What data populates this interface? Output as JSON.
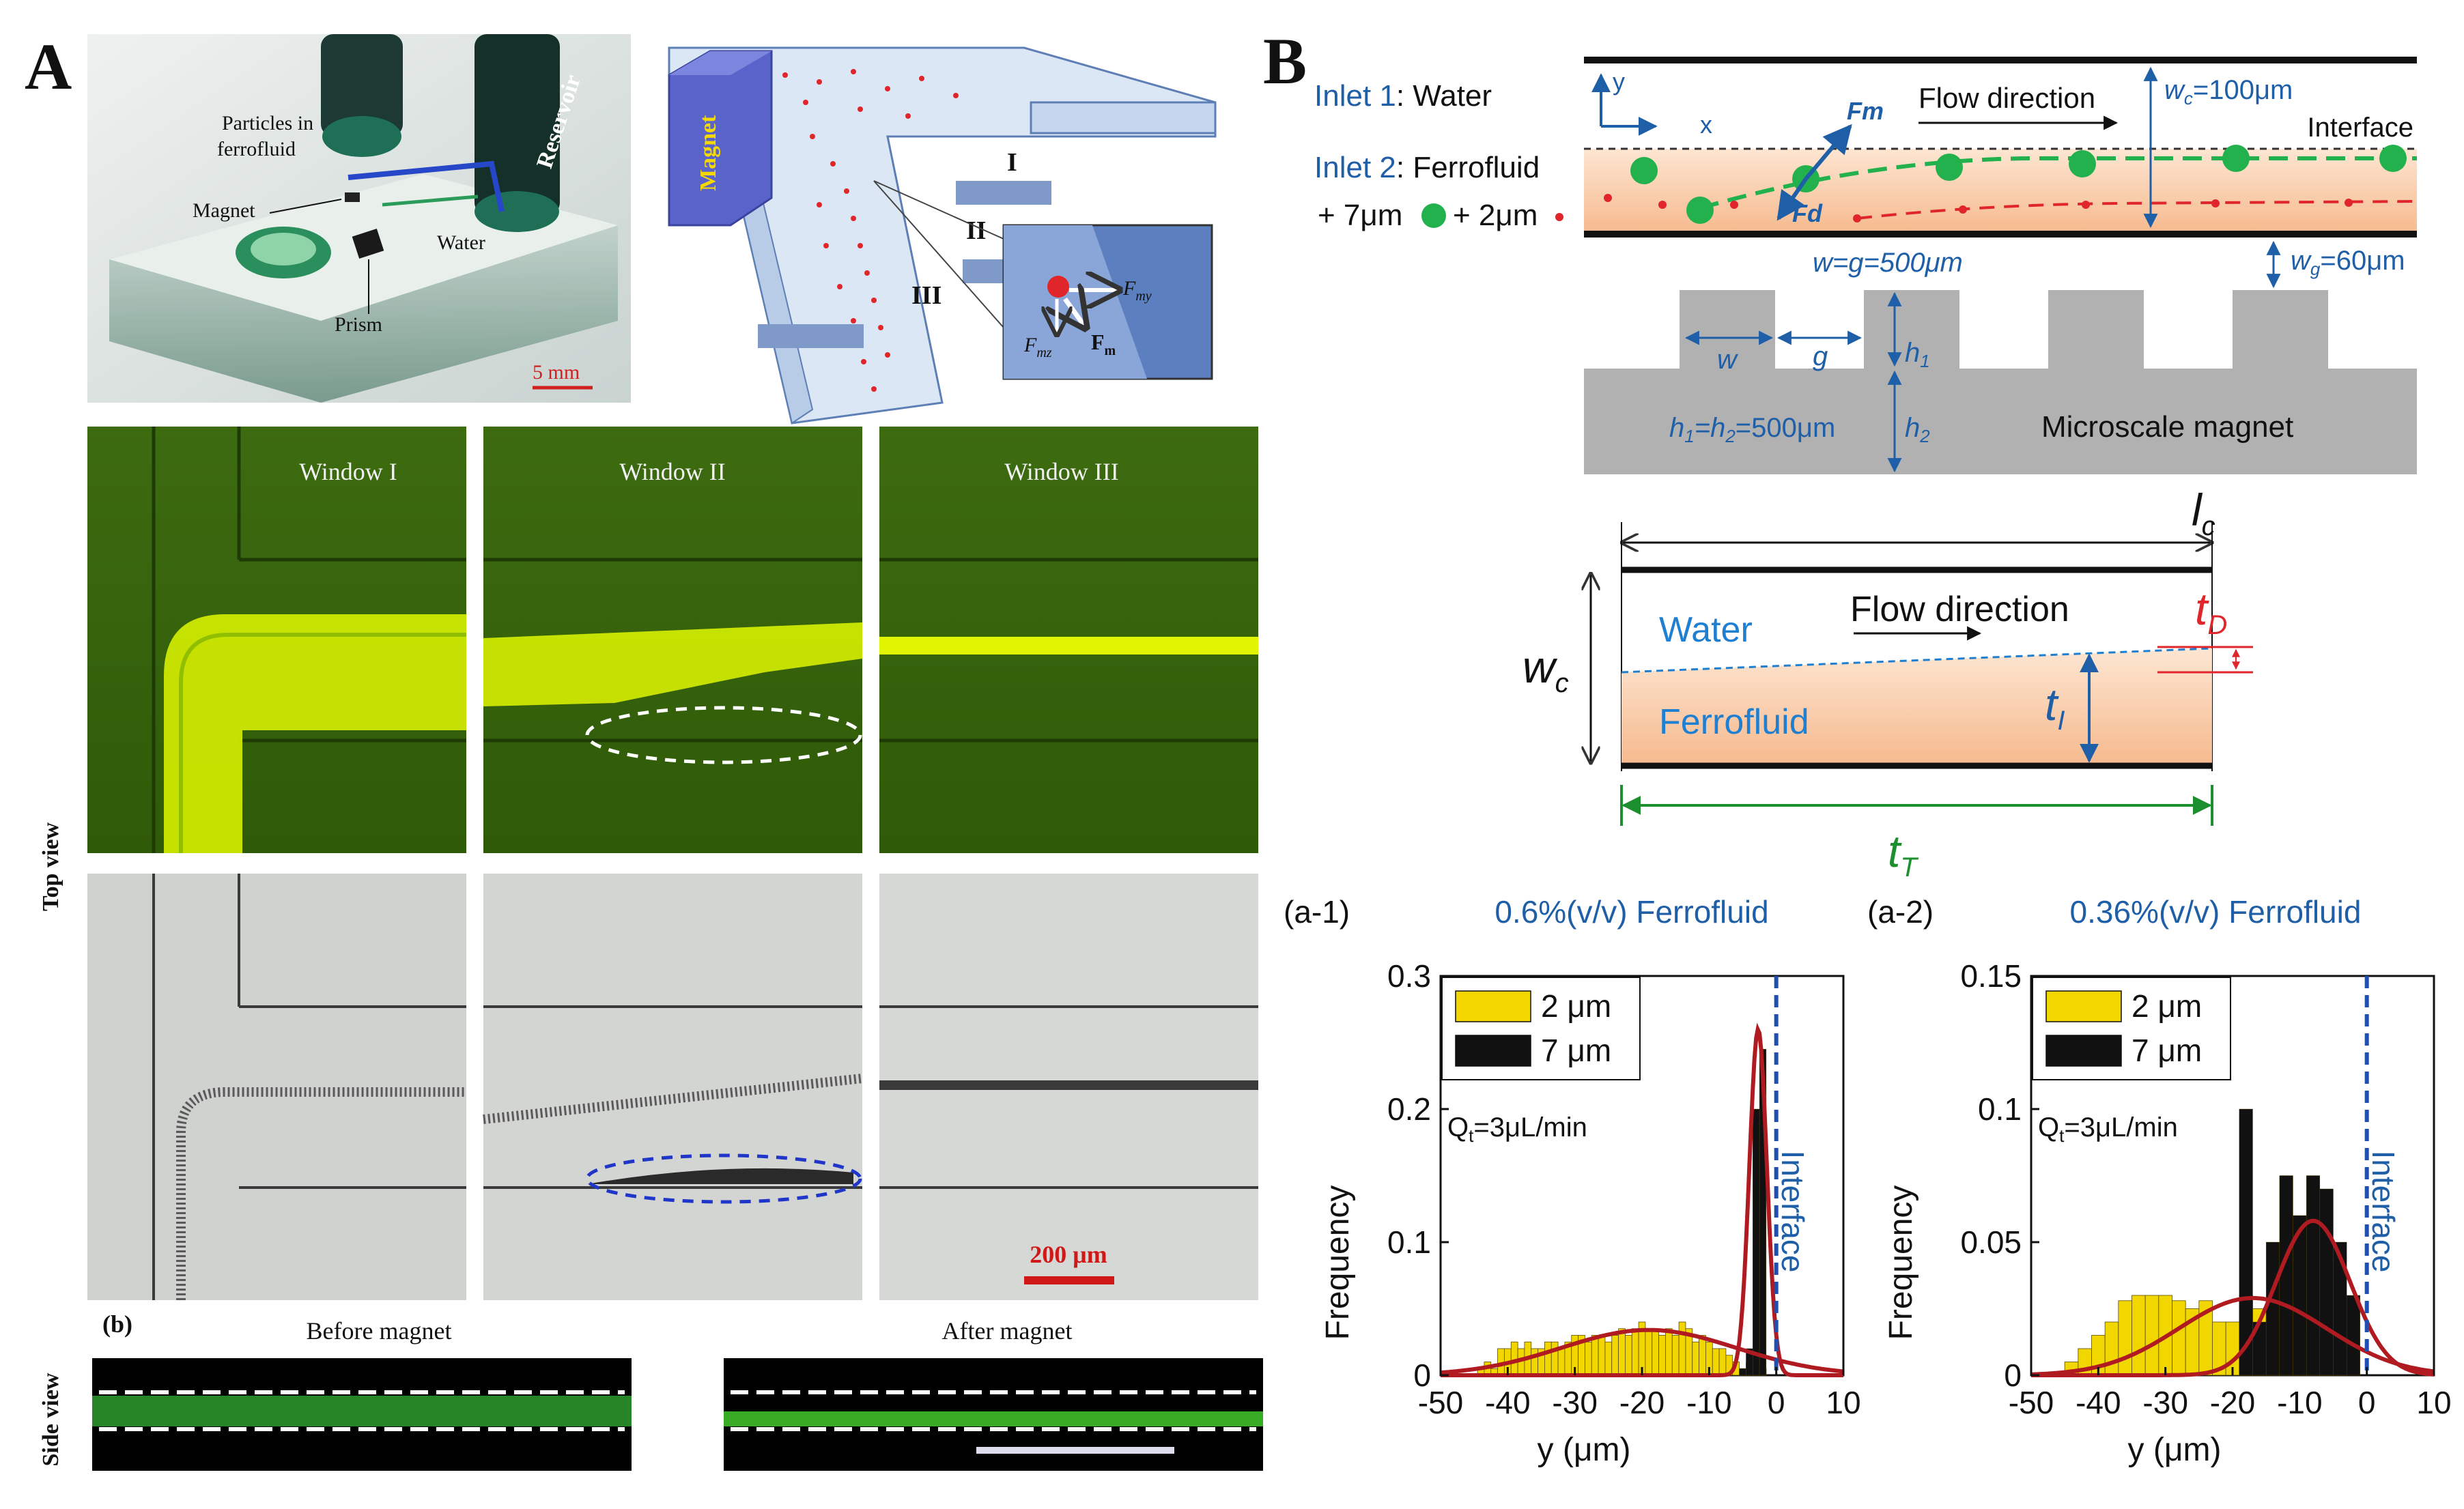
{
  "panel_a": {
    "label": "A",
    "photo": {
      "particles_label_1": "Particles in",
      "particles_label_2": "ferrofluid",
      "magnet_label": "Magnet",
      "water_label": "Water",
      "reservoir_label": "Reservoir",
      "prism_label": "Prism",
      "scale": "5 mm"
    },
    "schematic": {
      "magnet_label": "Magnet",
      "window_I": "I",
      "window_II": "II",
      "window_III": "III",
      "force_y": "F",
      "force_y_sub": "my",
      "force_z": "F",
      "force_z_sub": "mz",
      "force_m": "F",
      "force_m_sub": "m"
    },
    "windows": [
      "Window I",
      "Window II",
      "Window III"
    ],
    "top_view_label": "Top view",
    "scale_bar": "200 μm",
    "side": {
      "label": "(b)",
      "before": "Before magnet",
      "after": "After magnet",
      "side_view_label": "Side view"
    }
  },
  "panel_b": {
    "label": "B",
    "top_schematic": {
      "inlet1_prefix": "Inlet 1",
      "inlet1_value": ": Water",
      "inlet2_prefix": "Inlet 2",
      "inlet2_value": ": Ferrofluid",
      "particles_prefix": "+ 7μm",
      "particles_mid": "+ 2μm",
      "axis_y": "y",
      "axis_x": "x",
      "fm": "Fm",
      "fd": "Fd",
      "flow": "Flow direction",
      "wc": "w",
      "wc_sub": "c",
      "wc_val": "=100μm",
      "interface": "Interface",
      "wg": "w",
      "wg_sub": "g",
      "wg_val": "=60μm",
      "w_eq_g": "w=g=500μm",
      "w": "w",
      "g": "g",
      "h1": "h",
      "h1_sub": "1",
      "h2": "h",
      "h2_sub": "2",
      "h_eq": "h",
      "h_eq_sub1": "1",
      "h_eq_mid": "=h",
      "h_eq_sub2": "2",
      "h_eq_val": "=500μm",
      "magnet": "Microscale magnet"
    },
    "mid_schematic": {
      "lc": "l",
      "lc_sub": "c",
      "wc": "w",
      "wc_sub": "c",
      "water": "Water",
      "flow": "Flow direction",
      "ferrofluid": "Ferrofluid",
      "tD": "t",
      "tD_sub": "D",
      "tI": "t",
      "tI_sub": "I",
      "tT": "t",
      "tT_sub": "T"
    }
  },
  "chart_data": [
    {
      "type": "bar",
      "panel": "(a-1)",
      "title": "0.6%(v/v) Ferrofluid",
      "xlabel": "y (μm)",
      "ylabel": "Frequency",
      "xlim": [
        -50,
        10
      ],
      "ylim": [
        0,
        0.3
      ],
      "xticks": [
        "-50",
        "-40",
        "-30",
        "-20",
        "-10",
        "0",
        "10"
      ],
      "yticks": [
        "0",
        "0.1",
        "0.2",
        "0.3"
      ],
      "annotation": "Q",
      "annotation_sub": "t",
      "annotation_val": "=3μL/min",
      "interface_label": "Interface",
      "interface_x": 0,
      "bin_width": 1,
      "series": [
        {
          "name": "2 μm",
          "color": "#f2d600",
          "x": [
            -44,
            -43,
            -42,
            -41,
            -40,
            -39,
            -38,
            -37,
            -36,
            -35,
            -34,
            -33,
            -32,
            -31,
            -30,
            -29,
            -28,
            -27,
            -26,
            -25,
            -24,
            -23,
            -22,
            -21,
            -20,
            -19,
            -18,
            -17,
            -16,
            -15,
            -14,
            -13,
            -12,
            -11,
            -10,
            -9,
            -8,
            -7,
            -6,
            -5,
            -4,
            -3,
            -2
          ],
          "values": [
            0.005,
            0.01,
            0.005,
            0.02,
            0.02,
            0.025,
            0.02,
            0.025,
            0.02,
            0.02,
            0.025,
            0.025,
            0.02,
            0.025,
            0.03,
            0.03,
            0.025,
            0.03,
            0.03,
            0.025,
            0.03,
            0.035,
            0.03,
            0.035,
            0.04,
            0.035,
            0.035,
            0.03,
            0.035,
            0.03,
            0.04,
            0.035,
            0.025,
            0.03,
            0.025,
            0.02,
            0.02,
            0.015,
            0.01,
            0.005,
            0.01,
            0.005,
            0.005
          ]
        },
        {
          "name": "7 μm",
          "color": "#111111",
          "x": [
            -5,
            -4,
            -3,
            -2
          ],
          "values": [
            0.005,
            0.02,
            0.2,
            0.245
          ]
        }
      ],
      "fits": [
        {
          "mean": -19,
          "sd": 13,
          "peak": 0.034
        },
        {
          "mean": -2.7,
          "sd": 1.3,
          "peak": 0.26
        }
      ]
    },
    {
      "type": "bar",
      "panel": "(a-2)",
      "title": "0.36%(v/v) Ferrofluid",
      "xlabel": "y (μm)",
      "ylabel": "Frequency",
      "xlim": [
        -50,
        10
      ],
      "ylim": [
        0,
        0.15
      ],
      "xticks": [
        "-50",
        "-40",
        "-30",
        "-20",
        "-10",
        "0",
        "10"
      ],
      "yticks": [
        "0",
        "0.05",
        "0.1",
        "0.15"
      ],
      "annotation": "Q",
      "annotation_sub": "t",
      "annotation_val": "=3μL/min",
      "interface_label": "Interface",
      "interface_x": 0,
      "bin_width": 2,
      "series": [
        {
          "name": "2 μm",
          "color": "#f2d600",
          "x": [
            -44,
            -42,
            -40,
            -38,
            -36,
            -34,
            -32,
            -30,
            -28,
            -26,
            -24,
            -22,
            -20,
            -18,
            -16,
            -14,
            -12,
            -10,
            -8,
            -6,
            -4
          ],
          "values": [
            0.005,
            0.01,
            0.015,
            0.02,
            0.028,
            0.03,
            0.03,
            0.03,
            0.028,
            0.025,
            0.028,
            0.02,
            0.02,
            0.03,
            0.025,
            0.02,
            0.012,
            0.01,
            0.015,
            0.012,
            0.005
          ]
        },
        {
          "name": "7 μm",
          "color": "#111111",
          "x": [
            -18,
            -16,
            -14,
            -12,
            -10,
            -8,
            -6,
            -4,
            -2
          ],
          "values": [
            0.1,
            0.02,
            0.05,
            0.075,
            0.06,
            0.075,
            0.07,
            0.05,
            0.03
          ]
        }
      ],
      "fits": [
        {
          "mean": -17,
          "sd": 11,
          "peak": 0.029
        },
        {
          "mean": -8,
          "sd": 5.5,
          "peak": 0.058
        }
      ]
    }
  ]
}
